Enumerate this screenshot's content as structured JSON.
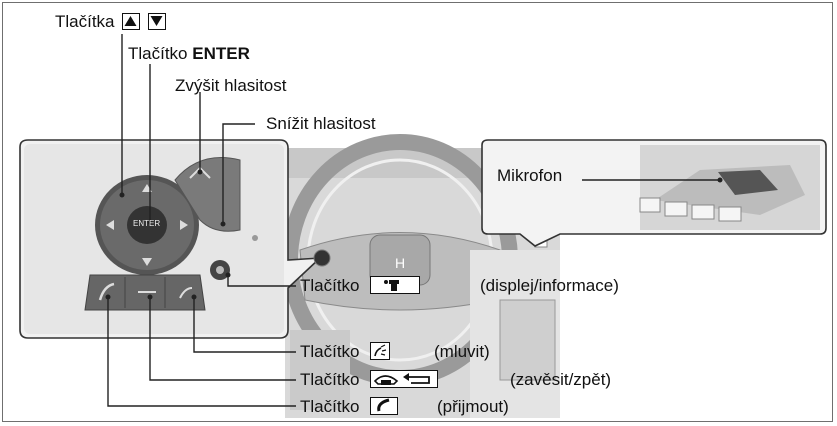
{
  "labels": {
    "up_down": "Tlačítka",
    "enter_prefix": "Tlačítko",
    "enter_bold": "ENTER",
    "vol_up": "Zvýšit hlasitost",
    "vol_down": "Snížit hlasitost",
    "mic": "Mikrofon",
    "btn_prefix": "Tlačítko",
    "display_desc": "(displej/informace)",
    "talk_desc": "(mluvit)",
    "hangup_desc": "(zavěsit/zpět)",
    "pickup_desc": "(přijmout)"
  },
  "controls": {
    "enter_text": "ENTER"
  }
}
